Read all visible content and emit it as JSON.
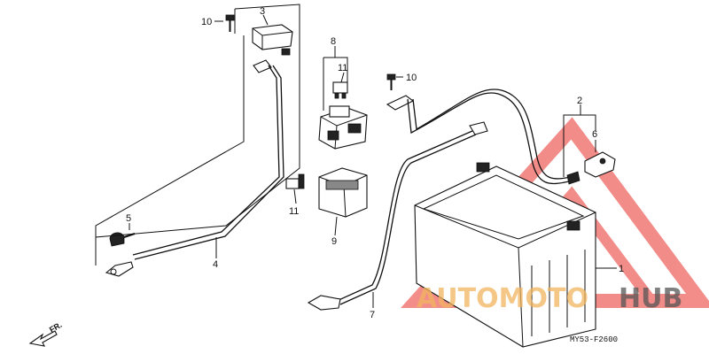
{
  "diagram": {
    "part_labels": {
      "p1": "1",
      "p2": "2",
      "p3": "3",
      "p4": "4",
      "p5": "5",
      "p6": "6",
      "p7": "7",
      "p8": "8",
      "p9": "9",
      "p10a": "10",
      "p10b": "10",
      "p11a": "11",
      "p11b": "11"
    },
    "direction_label": "FR.",
    "figure_code": "MY53-F2600"
  },
  "watermark": {
    "part1": "AUTOMOTO",
    "part2": "HUB",
    "color_accent": "#f2b45f",
    "color_triangle": "#e8302a",
    "color_dark": "#555555"
  }
}
